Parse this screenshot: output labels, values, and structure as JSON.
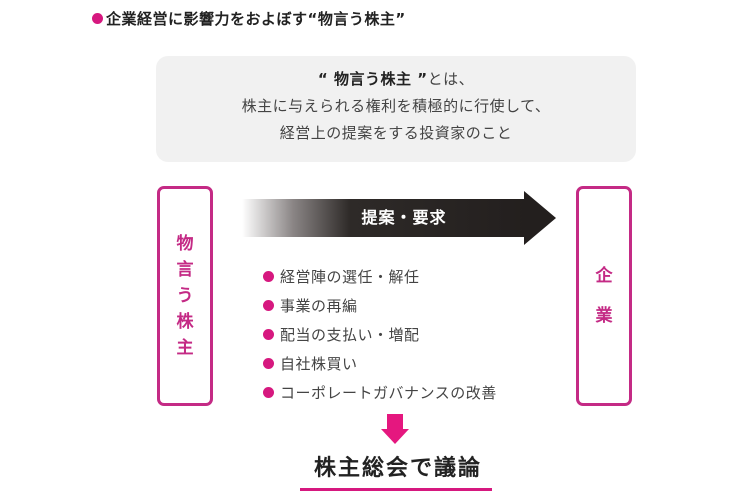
{
  "title": {
    "bullet_color": "#d6187f",
    "text": "企業経営に影響力をおよぼす“物言う株主”"
  },
  "definition": {
    "quote_open": "“ ",
    "term": "物言う株主",
    "quote_close": " ”",
    "suffix": "とは、",
    "line2": "株主に与えられる権利を積極的に行使して、",
    "line3": "経営上の提案をする投資家のこと"
  },
  "left_box": {
    "chars": [
      "物",
      "言",
      "う",
      "株",
      "主"
    ],
    "label": "物言う株主"
  },
  "right_box": {
    "chars": [
      "企",
      "業"
    ],
    "label": "企業"
  },
  "arrow": {
    "label": "提案・要求"
  },
  "items": [
    "経営陣の選任・解任",
    "事業の再編",
    "配当の支払い・増配",
    "自社株買い",
    "コーポレートガバナンスの改善"
  ],
  "conclusion": {
    "text": "株主総会で議論"
  },
  "colors": {
    "accent": "#d6187f",
    "box_border": "#c42a85",
    "arrow_dark": "#231f1e",
    "def_bg": "#f1f1f1"
  }
}
